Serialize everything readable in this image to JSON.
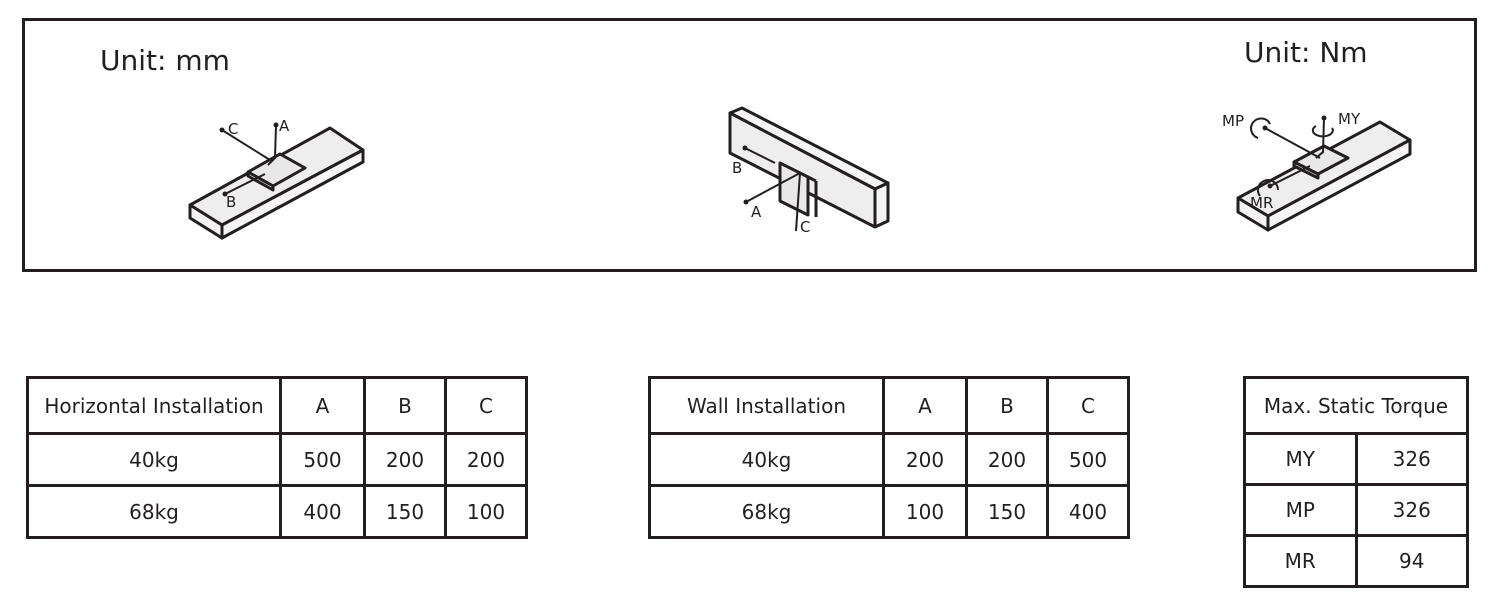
{
  "diagram_panel": {
    "unit_left": "Unit: mm",
    "unit_right": "Unit: Nm",
    "horizontal_figure": {
      "labels": [
        "A",
        "B",
        "C"
      ]
    },
    "wall_figure": {
      "labels": [
        "A",
        "B",
        "C"
      ]
    },
    "torque_figure": {
      "labels": [
        "MP",
        "MY",
        "MR"
      ]
    }
  },
  "horizontal_table": {
    "header": [
      "Horizontal Installation",
      "A",
      "B",
      "C"
    ],
    "rows": [
      [
        "40kg",
        "500",
        "200",
        "200"
      ],
      [
        "68kg",
        "400",
        "150",
        "100"
      ]
    ]
  },
  "wall_table": {
    "header": [
      "Wall Installation",
      "A",
      "B",
      "C"
    ],
    "rows": [
      [
        "40kg",
        "200",
        "200",
        "500"
      ],
      [
        "68kg",
        "100",
        "150",
        "400"
      ]
    ]
  },
  "torque_table": {
    "header": "Max. Static Torque",
    "rows": [
      [
        "MY",
        "326"
      ],
      [
        "MP",
        "326"
      ],
      [
        "MR",
        "94"
      ]
    ]
  }
}
